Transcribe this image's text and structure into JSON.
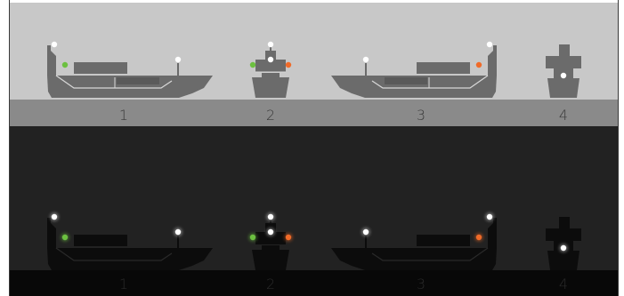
{
  "colors": {
    "day_background": "#c8c8c8",
    "day_strip": "#8a8a8a",
    "day_hull": "#6b6b6b",
    "night_background": "#222222",
    "night_strip": "#080808",
    "night_hull": "#0c0c0c",
    "masthead_light": "#ffffff",
    "starboard_light": "#6cc040",
    "port_light": "#f06a28"
  },
  "views": {
    "day": {
      "labels": [
        "1",
        "2",
        "3",
        "4"
      ]
    },
    "night": {
      "labels": [
        "1",
        "2",
        "3",
        "4"
      ]
    }
  }
}
